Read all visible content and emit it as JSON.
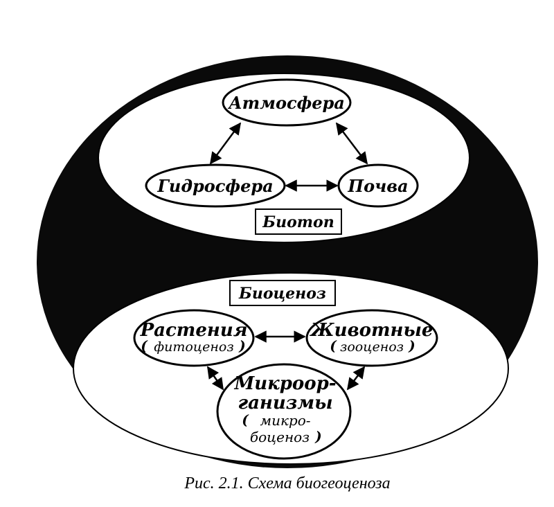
{
  "diagram": {
    "biotope": {
      "label": "Биотоп",
      "nodes": {
        "atmosphere": "Атмосфера",
        "hydrosphere": "Гидросфера",
        "soil": "Почва"
      }
    },
    "biocenosis": {
      "label": "Биоценоз",
      "nodes": {
        "plants": "Растения",
        "plants_sub": "фитоценоз",
        "animals": "Животные",
        "animals_sub": "зооценоз",
        "microorganisms_line1": "Микроор-",
        "microorganisms_line2": "ганизмы",
        "microorganisms_sub1": "микро-",
        "microorganisms_sub2": "боценоз"
      }
    },
    "caption": "Рис. 2.1. Схема биогеоценоза"
  },
  "colors": {
    "ink": "#000000",
    "paper": "#ffffff",
    "background_region": "#0a0a0a"
  }
}
